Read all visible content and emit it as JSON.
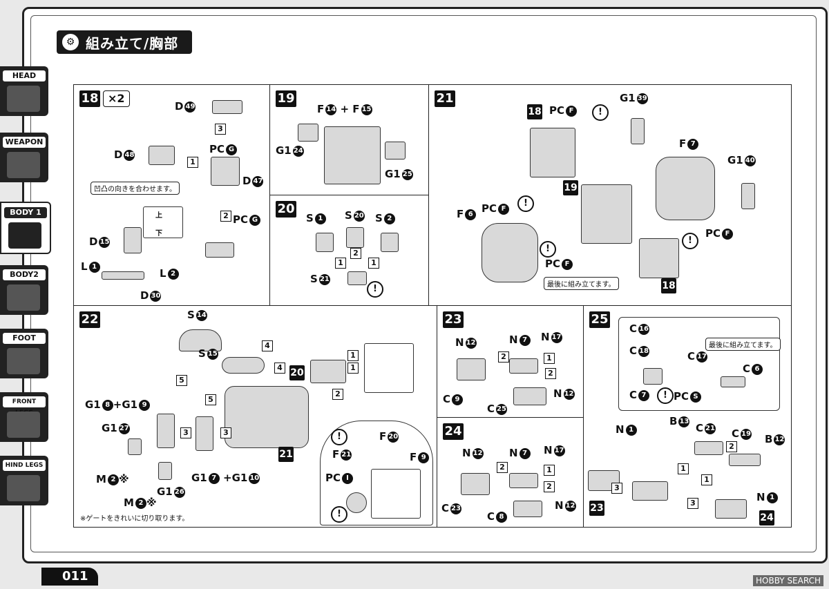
{
  "header": {
    "title": "組み立て/胸部"
  },
  "sidebar": {
    "tabs": [
      {
        "label": "HEAD",
        "active": false
      },
      {
        "label": "WEAPON",
        "active": false
      },
      {
        "label": "BODY 1",
        "active": true
      },
      {
        "label": "BODY2",
        "active": false
      },
      {
        "label": "FOOT",
        "active": false
      },
      {
        "label": "FRONT LEGS",
        "active": false
      },
      {
        "label": "HIND LEGS",
        "active": false
      }
    ]
  },
  "steps": {
    "s18": {
      "num": "18",
      "mult": "×2",
      "note": "凹凸の向きを合わせます。",
      "labels": {
        "d49": "D",
        "d49n": "49",
        "d48": "D",
        "d48n": "48",
        "d47": "D",
        "d47n": "47",
        "pcg1": "PC",
        "pcg1n": "G",
        "pcg2": "PC",
        "pcg2n": "G",
        "d15": "D",
        "d15n": "15",
        "l1": "L",
        "l1n": "1",
        "l2": "L",
        "l2n": "2",
        "d30": "D",
        "d30n": "30",
        "up": "上",
        "down": "下"
      },
      "boxes": {
        "b3": "3",
        "b1": "1",
        "b2": "2"
      }
    },
    "s19": {
      "num": "19",
      "labels": {
        "f": "F",
        "fn1": "14",
        "plus": "+",
        "f2": "F",
        "fn2": "15",
        "g124": "G1",
        "g124n": "24",
        "g125": "G1",
        "g125n": "25"
      }
    },
    "s20": {
      "num": "20",
      "labels": {
        "s1": "S",
        "s1n": "1",
        "s20": "S",
        "s20n": "20",
        "s2": "S",
        "s2n": "2",
        "s21": "S",
        "s21n": "21"
      },
      "boxes": {
        "b1a": "1",
        "b2": "2",
        "b1b": "1"
      }
    },
    "s21": {
      "num": "21",
      "note": "最後に組み立てます。",
      "labels": {
        "pcf1": "PC",
        "pcf1n": "F",
        "g139": "G1",
        "g139n": "39",
        "f7": "F",
        "f7n": "7",
        "g140": "G1",
        "g140n": "40",
        "f6": "F",
        "f6n": "6",
        "pcf2": "PC",
        "pcf2n": "F",
        "pcf3": "PC",
        "pcf3n": "F",
        "pcf4": "PC",
        "pcf4n": "F"
      },
      "badges": {
        "b18a": "18",
        "b19": "19",
        "b18b": "18"
      }
    },
    "s22": {
      "num": "22",
      "labels": {
        "s14": "S",
        "s14n": "14",
        "s15": "S",
        "s15n": "15",
        "g18": "G1",
        "g18n": "8",
        "plus1": "+",
        "g19": "G1",
        "g19n": "9",
        "g127": "G1",
        "g127n": "27",
        "m2a": "M",
        "m2an": "2",
        "m2ax": "※",
        "m2b": "M",
        "m2bn": "2",
        "m2bx": "※",
        "g126": "G1",
        "g126n": "26",
        "g17": "G1",
        "g17n": "7",
        "plus2": "+",
        "g110": "G1",
        "g110n": "10",
        "f21": "F",
        "f21n": "21",
        "f20": "F",
        "f20n": "20",
        "f9": "F",
        "f9n": "9",
        "pc1": "PC",
        "pc1n": "I"
      },
      "boxes": {
        "b4a": "4",
        "b4b": "4",
        "b5a": "5",
        "b5b": "5",
        "b3a": "3",
        "b3b": "3",
        "b2": "2",
        "b1a": "1",
        "b1b": "1"
      },
      "badges": {
        "b20": "20",
        "b21": "21"
      },
      "footnote": "※ゲートをきれいに切り取ります。"
    },
    "s23": {
      "num": "23",
      "labels": {
        "n12a": "N",
        "n12an": "12",
        "n7": "N",
        "n7n": "7",
        "n17": "N",
        "n17n": "17",
        "n12b": "N",
        "n12bn": "12",
        "c9": "C",
        "c9n": "9",
        "c25": "C",
        "c25n": "25"
      },
      "boxes": {
        "b2a": "2",
        "b1": "1",
        "b2b": "2"
      }
    },
    "s24": {
      "num": "24",
      "labels": {
        "n12a": "N",
        "n12an": "12",
        "n7": "N",
        "n7n": "7",
        "n17": "N",
        "n17n": "17",
        "n12b": "N",
        "n12bn": "12",
        "c23": "C",
        "c23n": "23",
        "c8": "C",
        "c8n": "8"
      },
      "boxes": {
        "b2a": "2",
        "b1": "1",
        "b2b": "2"
      }
    },
    "s25": {
      "num": "25",
      "note": "最後に組み立てます。",
      "labels": {
        "c16": "C",
        "c16n": "16",
        "c18": "C",
        "c18n": "18",
        "c17": "C",
        "c17n": "17",
        "c6": "C",
        "c6n": "6",
        "c7": "C",
        "c7n": "7",
        "pcs": "PC",
        "pcsn": "S",
        "n1a": "N",
        "n1an": "1",
        "b13": "B",
        "b13n": "13",
        "c21": "C",
        "c21n": "21",
        "c19": "C",
        "c19n": "19",
        "b12": "B",
        "b12n": "12",
        "n1b": "N",
        "n1bn": "1"
      },
      "boxes": {
        "b2": "2",
        "b1a": "1",
        "b1b": "1",
        "b3a": "3",
        "b3b": "3"
      },
      "badges": {
        "b23": "23",
        "b24": "24"
      }
    }
  },
  "footer": {
    "page": "011",
    "watermark": "HOBBY SEARCH"
  }
}
